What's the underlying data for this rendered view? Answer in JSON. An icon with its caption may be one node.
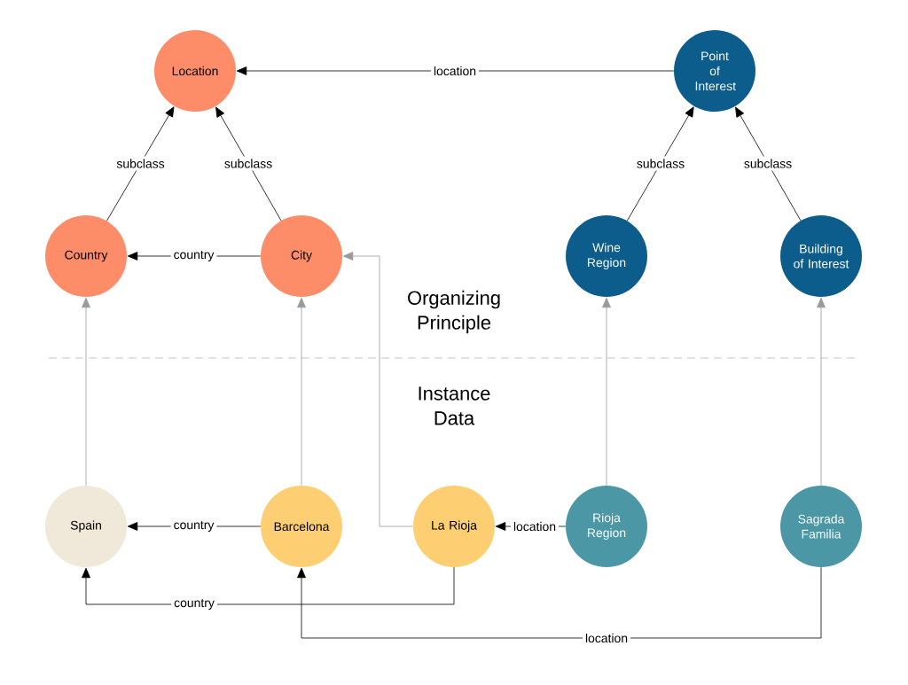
{
  "diagram": {
    "nodes": [
      {
        "text": [
          "Location"
        ]
      },
      {
        "text": [
          "Point of Interest"
        ]
      },
      {
        "text": [
          "Country"
        ]
      },
      {
        "text": [
          "City"
        ]
      },
      {
        "text": [
          "Wine Region"
        ]
      },
      {
        "text": [
          "Building of Interest"
        ]
      },
      {
        "text": [
          "Spain"
        ]
      },
      {
        "text": [
          "Barcelona"
        ]
      },
      {
        "text": [
          "La Rioja"
        ]
      },
      {
        "text": [
          "Rioja Region"
        ]
      },
      {
        "text": [
          "Sagrada Familia"
        ]
      }
    ],
    "edges": [
      {
        "from": 1,
        "to": 0,
        "arrow": "to",
        "label": "location"
      },
      {
        "from": 2,
        "to": 0,
        "arrow": "to",
        "label": "subclass"
      },
      {
        "from": 3,
        "to": 0,
        "arrow": "to",
        "label": "subclass"
      },
      {
        "from": 4,
        "to": 1,
        "arrow": "to",
        "label": "subclass"
      },
      {
        "from": 5,
        "to": 1,
        "arrow": "to",
        "label": "subclass"
      },
      {
        "from": 3,
        "to": 2,
        "arrow": "to",
        "label": "country"
      },
      {
        "from": 6,
        "to": 2,
        "arrow": "to",
        "color": "#9a9a9a"
      },
      {
        "from": 7,
        "to": 3,
        "arrow": "to",
        "color": "#9a9a9a"
      },
      {
        "from": 8,
        "to": 3,
        "arrow": "to",
        "color": "#9a9a9a"
      },
      {
        "from": 9,
        "to": 4,
        "arrow": "to",
        "color": "#9a9a9a"
      },
      {
        "from": 10,
        "to": 5,
        "arrow": "to",
        "color": "#9a9a9a"
      },
      {
        "from": 7,
        "to": 6,
        "arrow": "to",
        "label": "country"
      },
      {
        "from": 8,
        "to": 6,
        "arrow": "to",
        "label": "country"
      },
      {
        "from": 9,
        "to": 8,
        "arrow": "to",
        "label": "location"
      },
      {
        "from": 10,
        "to": 7,
        "arrow": "to",
        "label": "location"
      }
    ],
    "labels": [
      "Organizing Principle",
      "Instance Data"
    ]
  }
}
